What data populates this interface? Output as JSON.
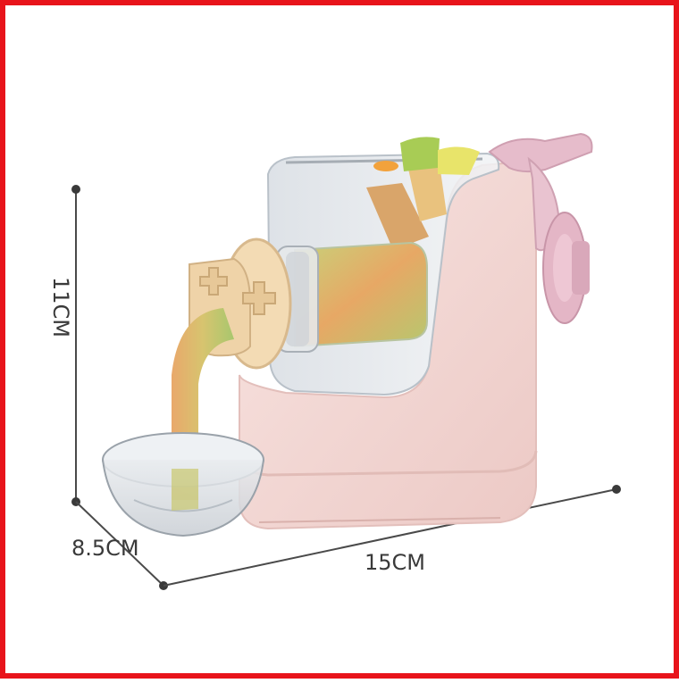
{
  "dimensions": {
    "height": "11CM",
    "depth": "8.5CM",
    "width": "15CM"
  },
  "colors": {
    "frame": "#e8141b",
    "body_pink": "#f4d9d6",
    "handle_pink": "#e2b8c6",
    "cap_beige": "#f2d7ad",
    "dimension_line": "#4a4a4a"
  }
}
